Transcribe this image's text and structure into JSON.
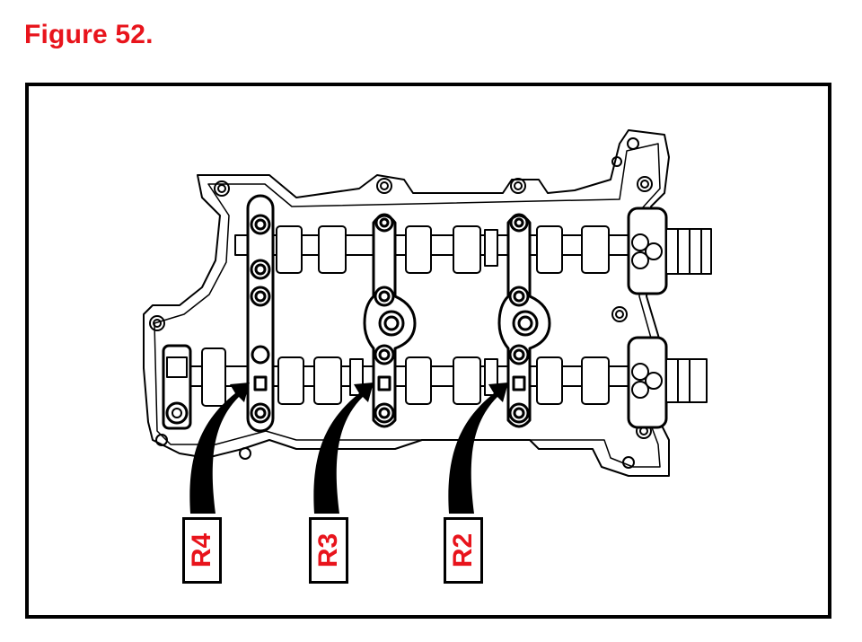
{
  "figure": {
    "title": "Figure 52."
  },
  "callouts": [
    {
      "id": "r4",
      "label": "R4"
    },
    {
      "id": "r3",
      "label": "R3"
    },
    {
      "id": "r2",
      "label": "R2"
    }
  ],
  "colors": {
    "title": "#e8141c",
    "label": "#e8141c",
    "line": "#000000",
    "background": "#ffffff"
  }
}
